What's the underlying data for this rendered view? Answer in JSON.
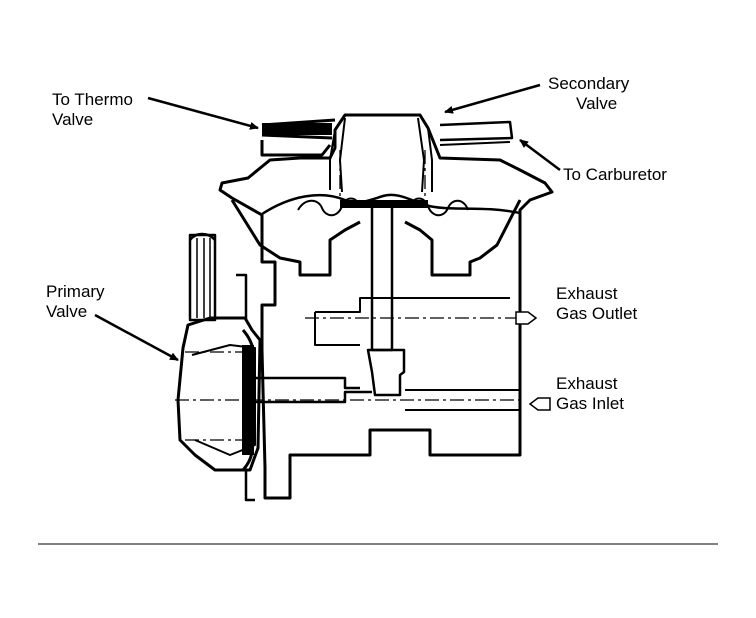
{
  "labels": {
    "thermo_line1": "To Thermo",
    "thermo_line2": "Valve",
    "secondary_line1": "Secondary",
    "secondary_line2": "Valve",
    "carburetor": "To Carburetor",
    "primary_line1": "Primary",
    "primary_line2": "Valve",
    "outlet_line1": "Exhaust",
    "outlet_line2": "Gas Outlet",
    "inlet_line1": "Exhaust",
    "inlet_line2": "Gas Inlet"
  },
  "colors": {
    "ink": "#000000",
    "paper": "#ffffff"
  }
}
